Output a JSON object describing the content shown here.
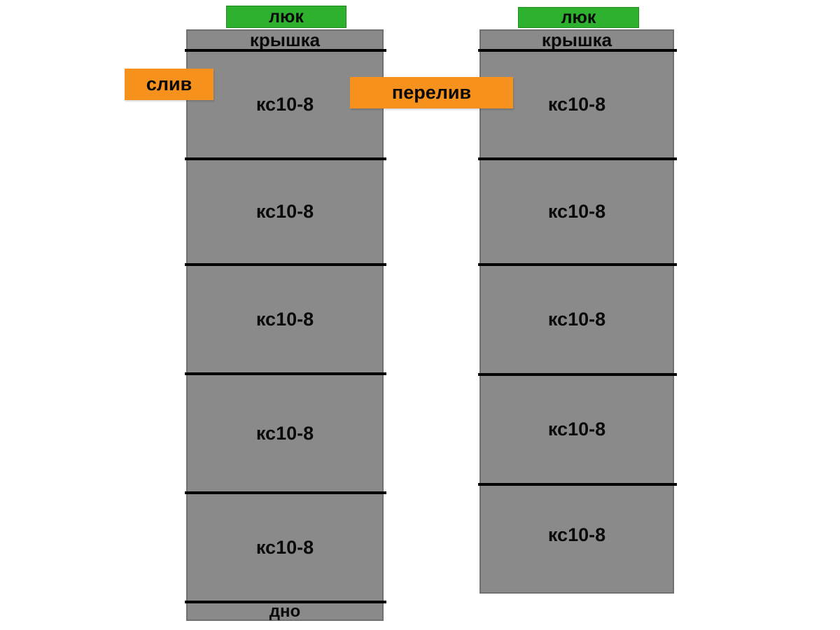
{
  "diagram": {
    "type": "septic-well-scheme",
    "colors": {
      "ring_gray": "#8a8a8a",
      "hatch_green": "#2eb12e",
      "pipe_orange": "#f6911e",
      "line_black": "#000000",
      "background": "#ffffff"
    }
  },
  "tanks": [
    {
      "hatch": "люк",
      "cover": "крышка",
      "sections": [
        "кс10-8",
        "кс10-8",
        "кс10-8",
        "кс10-8",
        "кс10-8"
      ],
      "bottom": "дно"
    },
    {
      "hatch": "люк",
      "cover": "крышка",
      "sections": [
        "кс10-8",
        "кс10-8",
        "кс10-8",
        "кс10-8",
        "кс10-8"
      ]
    }
  ],
  "pipes": {
    "drain": "слив",
    "overflow": "перелив"
  }
}
